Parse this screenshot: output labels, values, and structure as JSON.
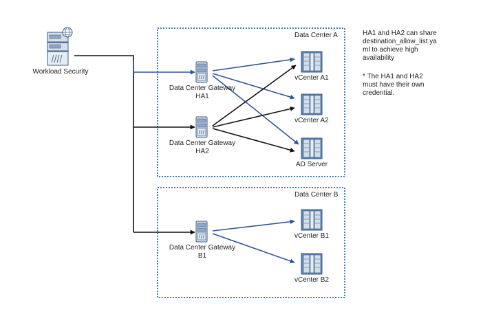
{
  "colors": {
    "blue_link": "#2F5597",
    "black_link": "#111111",
    "boundary": "#3A7BBF",
    "device_blue": "#5B86B8",
    "device_light": "#D4DEEA",
    "device_dark": "#3D5C82"
  },
  "icons": {
    "workload_security": "server-with-globe-icon",
    "gateway": "server-icon",
    "vcenter": "datacenter-cabinet-icon"
  },
  "nodes": {
    "workload_security": "Workload Security",
    "gw_ha1": [
      "Data Center Gateway",
      "HA1"
    ],
    "gw_ha2": [
      "Data Center Gateway",
      "HA2"
    ],
    "gw_b1": [
      "Data Center Gateway",
      "B1"
    ],
    "vcenter_a1": "vCenter A1",
    "vcenter_a2": "vCenter A2",
    "ad_server": "AD Server",
    "vcenter_b1": "vCenter B1",
    "vcenter_b2": "vCenter B2"
  },
  "groups": {
    "dc_a": "Data Center A",
    "dc_b": "Data Center B"
  },
  "notes": [
    "HA1 and HA2 can share",
    "destination_allow_list.ya",
    "ml to achieve high",
    "availability",
    "* The HA1 and HA2",
    "must have their own",
    "credential."
  ]
}
